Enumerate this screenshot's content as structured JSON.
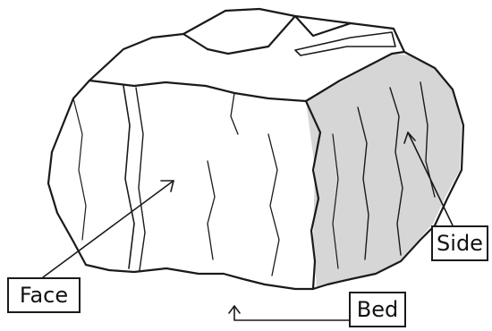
{
  "labels": {
    "face": "Face",
    "side": "Side",
    "bed": "Bed"
  },
  "colors": {
    "line": "#1a1a1a",
    "shade": "#c9c9c9",
    "background": "#ffffff"
  }
}
